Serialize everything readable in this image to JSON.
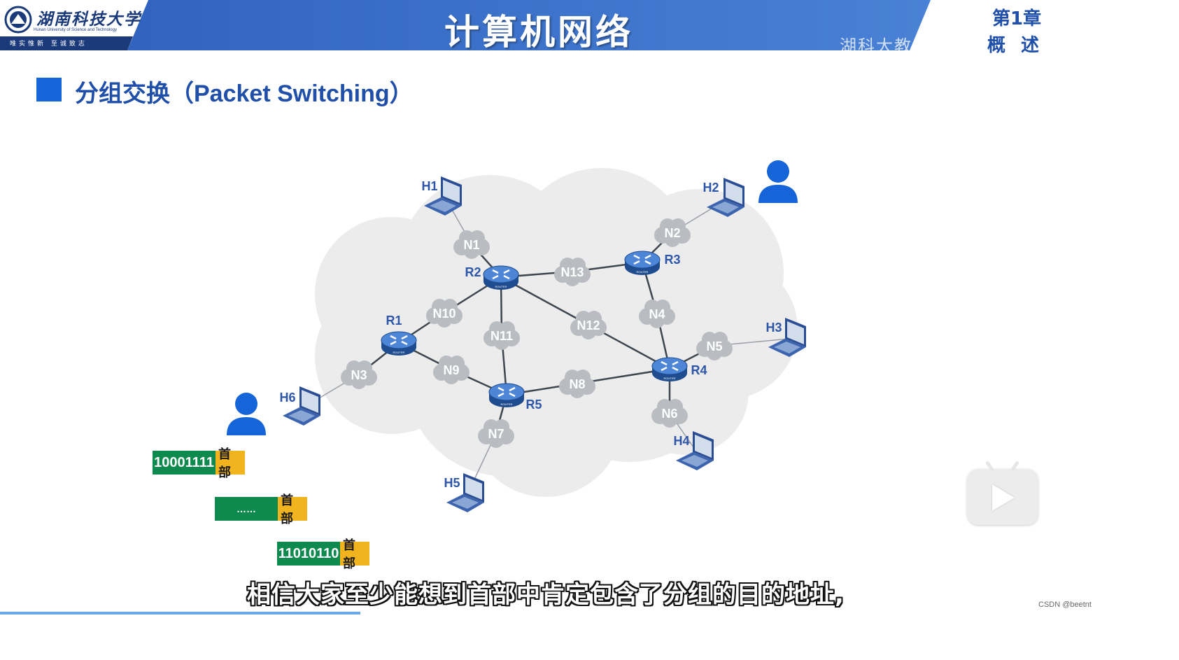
{
  "header": {
    "university_name": "湖南科技大学",
    "university_name_en": "Hunan University of Science and Technology",
    "motto": "唯实惟新  至诚致志",
    "course_title": "计算机网络",
    "watermark": "湖科大教",
    "chapter_number": "第1章",
    "chapter_name": "概述",
    "colors": {
      "banner": "#3d72c9",
      "banner_dark": "#1f4fa8"
    }
  },
  "section": {
    "title": "分组交换（Packet Switching）"
  },
  "network": {
    "hosts": [
      "H1",
      "H2",
      "H3",
      "H4",
      "H5",
      "H6"
    ],
    "routers": [
      "R1",
      "R2",
      "R3",
      "R4",
      "R5"
    ],
    "router_caption": "ROUTER",
    "networks": [
      "N1",
      "N2",
      "N3",
      "N4",
      "N5",
      "N6",
      "N7",
      "N8",
      "N9",
      "N10",
      "N11",
      "N12",
      "N13"
    ]
  },
  "packets": [
    {
      "data": "10001111",
      "header": "首部"
    },
    {
      "data": "……",
      "header": "首部"
    },
    {
      "data": "11010110",
      "header": "首部"
    }
  ],
  "subtitle": "相信大家至少能想到首部中肯定包含了分组的目的地址,",
  "credit": "CSDN @beetnt",
  "player": {
    "progress_fraction": 0.33,
    "play_icon": "play-icon"
  }
}
